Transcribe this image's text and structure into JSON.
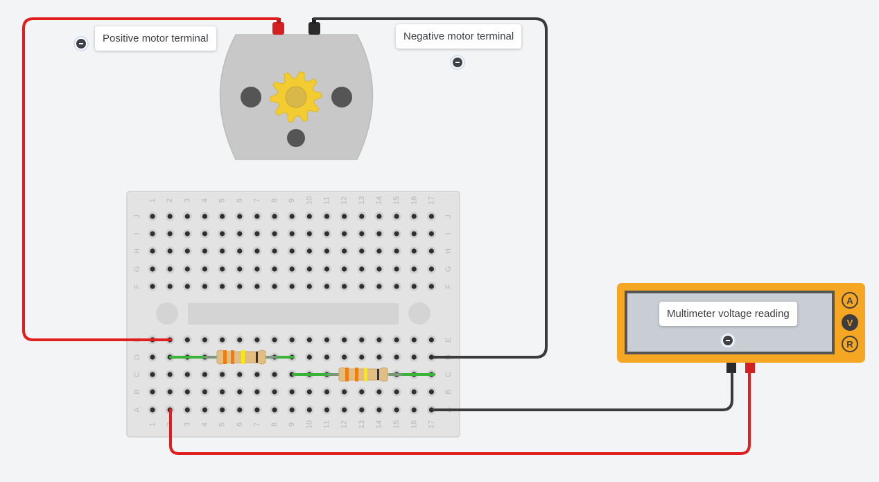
{
  "annotations": {
    "positive": "Positive motor terminal",
    "negative": "Negative motor terminal",
    "multimeter": "Multimeter voltage reading"
  },
  "multimeter": {
    "modes": [
      "A",
      "V",
      "R"
    ],
    "active_mode": "V"
  },
  "breadboard": {
    "columns": [
      "1",
      "2",
      "3",
      "4",
      "5",
      "6",
      "7",
      "8",
      "9",
      "10",
      "11",
      "12",
      "13",
      "14",
      "15",
      "16",
      "17"
    ],
    "rows_top": [
      "J",
      "I",
      "H",
      "G",
      "F"
    ],
    "rows_bottom": [
      "E",
      "D",
      "C",
      "B",
      "A"
    ]
  },
  "colors": {
    "wire_red": "#e01e1e",
    "wire_black": "#3a3a3a",
    "jumper_green": "#3bb33b",
    "multimeter_body": "#f5a623",
    "motor_body": "#c8c8c8",
    "gear": "#f2cc30",
    "breadboard": "#e3e3e3"
  }
}
